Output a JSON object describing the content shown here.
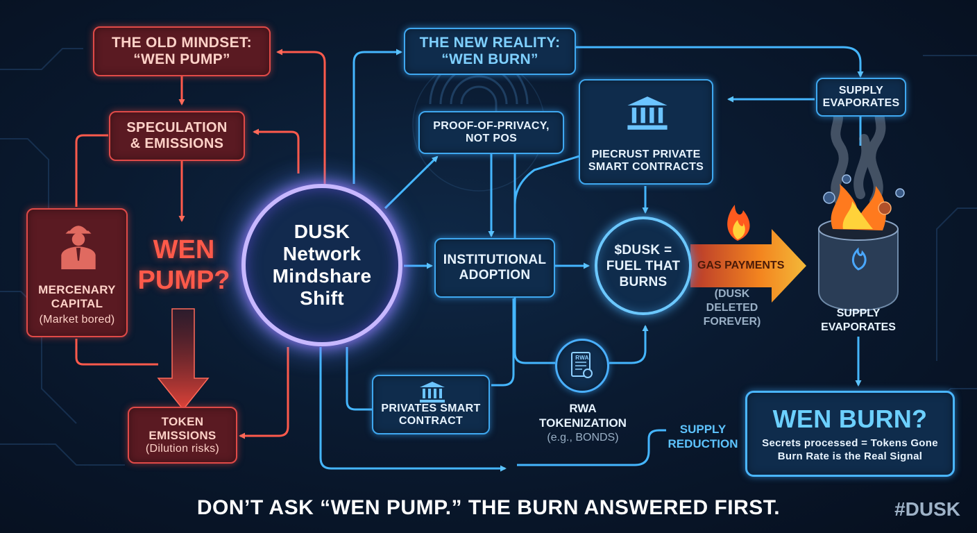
{
  "old_mindset": {
    "line1": "THE OLD MINDSET:",
    "line2": "“WEN PUMP”"
  },
  "speculation": {
    "line1": "SPECULATION",
    "line2": "& EMISSIONS"
  },
  "mercenary": {
    "line1": "MERCENARY",
    "line2": "CAPITAL",
    "sub": "(Market bored)"
  },
  "wen_pump": {
    "line1": "WEN",
    "line2": "PUMP?"
  },
  "token_emissions": {
    "line1": "TOKEN",
    "line2": "EMISSIONS",
    "sub": "(Dilution risks)"
  },
  "center": {
    "line1": "DUSK",
    "line2": "Network",
    "line3": "Mindshare",
    "line4": "Shift"
  },
  "new_reality": {
    "line1": "THE NEW REALITY:",
    "line2": "“WEN BURN”"
  },
  "proof_of_privacy": {
    "line1": "PROOF-OF-PRIVACY,",
    "line2": "NOT POS"
  },
  "institutional": {
    "line1": "INSTITUTIONAL",
    "line2": "ADOPTION"
  },
  "privates_contract": {
    "line1": "PRIVATES SMART",
    "line2": "CONTRACT"
  },
  "piecrust": {
    "line1": "PIECRUST PRIVATE",
    "line2": "SMART CONTRACTS"
  },
  "dusk_fuel": {
    "line1": "$DUSK =",
    "line2": "FUEL THAT",
    "line3": "BURNS"
  },
  "rwa": {
    "doc_label": "RWA",
    "line1": "RWA",
    "line2": "TOKENIZATION",
    "sub": "(e.g., BONDS)"
  },
  "gas": {
    "label": "GAS PAYMENTS",
    "sub1": "(DUSK",
    "sub2": "DELETED",
    "sub3": "FOREVER)"
  },
  "supply_top": {
    "line1": "SUPPLY",
    "line2": "EVAPORATES"
  },
  "supply_bottom": {
    "line1": "SUPPLY",
    "line2": "EVAPORATES"
  },
  "supply_reduction": {
    "line1": "SUPPLY",
    "line2": "REDUCTION"
  },
  "wen_burn": {
    "title": "WEN BURN?",
    "line1": "Secrets processed = Tokens Gone",
    "line2": "Burn Rate is the Real Signal"
  },
  "footer": {
    "text": "DON’T ASK “WEN PUMP.” THE BURN ANSWERED FIRST.",
    "hashtag": "#DUSK"
  },
  "colors": {
    "red": "#e04a48",
    "blue": "#3fa8f0",
    "orange": "#ff9a1e",
    "background": "#0a1a30"
  },
  "icons": [
    "agent-figure-icon",
    "bank-icon",
    "document-seal-icon",
    "flame-icon",
    "burning-canister-icon",
    "fingerprint-icon"
  ]
}
